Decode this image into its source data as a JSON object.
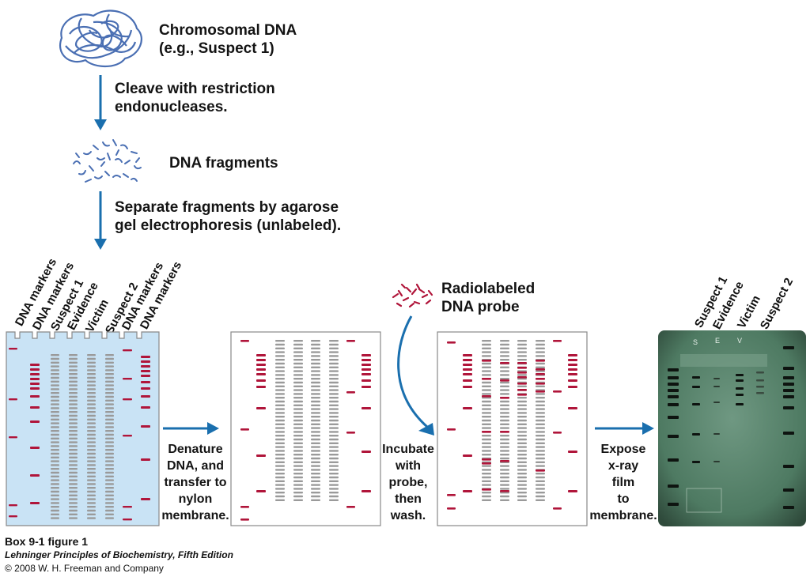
{
  "steps": {
    "chromosomal": {
      "line1": "Chromosomal DNA",
      "line2": "(e.g., Suspect 1)"
    },
    "cleave": {
      "line1": "Cleave with restriction",
      "line2": "endonucleases."
    },
    "fragments": {
      "label": "DNA fragments"
    },
    "separate": {
      "line1": "Separate fragments by agarose",
      "line2": "gel electrophoresis (unlabeled)."
    },
    "probe": {
      "line1": "Radiolabeled",
      "line2": "DNA probe"
    }
  },
  "lanes_gel1": [
    "DNA markers",
    "DNA markers",
    "Suspect 1",
    "Evidence",
    "Victim",
    "Suspect 2",
    "DNA markers",
    "DNA markers"
  ],
  "lanes_film": [
    "Suspect 1",
    "Evidence",
    "Victim",
    "Suspect 2"
  ],
  "captions": {
    "denature": [
      "Denature",
      "DNA, and",
      "transfer to",
      "nylon",
      "membrane."
    ],
    "incubate": [
      "Incubate",
      "with",
      "probe,",
      "then",
      "wash."
    ],
    "expose": [
      "Expose",
      "x-ray",
      "film",
      "to",
      "membrane."
    ]
  },
  "film_labels": {
    "s": "S",
    "e": "E",
    "v": "V"
  },
  "footer": {
    "title": "Box 9-1 figure 1",
    "book": "Lehninger Principles of Biochemistry, Fifth Edition",
    "copyright": "© 2008 W. H. Freeman and Company"
  },
  "colors": {
    "arrow": "#1a6fae",
    "marker_band": "#b0153a",
    "gray_band": "#9a9a9a",
    "gel_bg": "#c9e3f5",
    "film_bg": "#4f7a62"
  }
}
